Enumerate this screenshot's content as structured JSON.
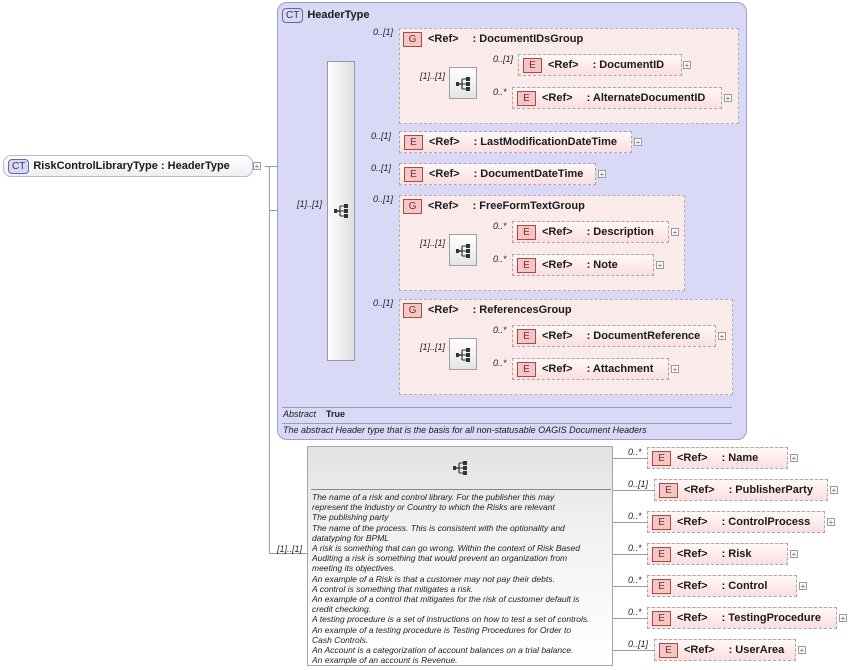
{
  "root": {
    "badge": "CT",
    "name": "RiskControlLibraryType",
    "separator": ":",
    "type": "HeaderType"
  },
  "header_type": {
    "badge": "CT",
    "title": "HeaderType",
    "abstract_label": "Abstract",
    "abstract_value": "True",
    "description": "The abstract Header type that is the basis for all non-statusable OAGIS Document Headers"
  },
  "labels": {
    "ref": "<Ref>",
    "element_badge": "E",
    "group_badge": "G"
  },
  "cards": {
    "header_seq": "[1]..[1]",
    "main_seq": "[1]..[1]",
    "doc_ids_inner": "[1]..[1]",
    "freeform_inner": "[1]..[1]",
    "refs_inner": "[1]..[1]"
  },
  "groups": [
    {
      "name": ": DocumentIDsGroup",
      "card": "0..[1]"
    },
    {
      "name": ": FreeFormTextGroup",
      "card": "0..[1]"
    },
    {
      "name": ": ReferencesGroup",
      "card": "0..[1]"
    }
  ],
  "header_elements": [
    {
      "name": ": DocumentID",
      "card": "0..[1]"
    },
    {
      "name": ": AlternateDocumentID",
      "card": "0..*"
    },
    {
      "name": ": LastModificationDateTime",
      "card": "0..[1]"
    },
    {
      "name": ": DocumentDateTime",
      "card": "0..[1]"
    },
    {
      "name": ": Description",
      "card": "0..*"
    },
    {
      "name": ": Note",
      "card": "0..*"
    },
    {
      "name": ": DocumentReference",
      "card": "0..*"
    },
    {
      "name": ": Attachment",
      "card": "0..*"
    }
  ],
  "main_elements": [
    {
      "name": ": Name",
      "card": "0..*"
    },
    {
      "name": ": PublisherParty",
      "card": "0..[1]"
    },
    {
      "name": ": ControlProcess",
      "card": "0..*"
    },
    {
      "name": ": Risk",
      "card": "0..*"
    },
    {
      "name": ": Control",
      "card": "0..*"
    },
    {
      "name": ": TestingProcedure",
      "card": "0..*"
    },
    {
      "name": ": UserArea",
      "card": "0..[1]"
    }
  ],
  "documentation_lines": [
    "The name of a risk and control library.  For the publisher this may",
    "represent the Industry or Country to which the Risks are relevant",
    "The publishing party",
    "The name of the process.  This is consistent with the optionality and",
    "datatyping for BPML",
    "A risk is something that can go wrong.  Within the context of Risk Based",
    "Auditing a risk is something that would prevent an organization from",
    "meeting its objectives.",
    "An example of a Risk is that a customer may not pay their debts.",
    "A control is something that mitigates a risk.",
    "An example of a control that mitigates for the risk of customer default is",
    "credit checking.",
    "A testing procedure is a set of instructions on how to test a set of controls.",
    "An example of a testing procedure is Testing Procedures for Order to",
    "Cash Controls.",
    "An Account is a categorization of account balances on a trial balance.",
    "An example of an account is Revenue."
  ]
}
